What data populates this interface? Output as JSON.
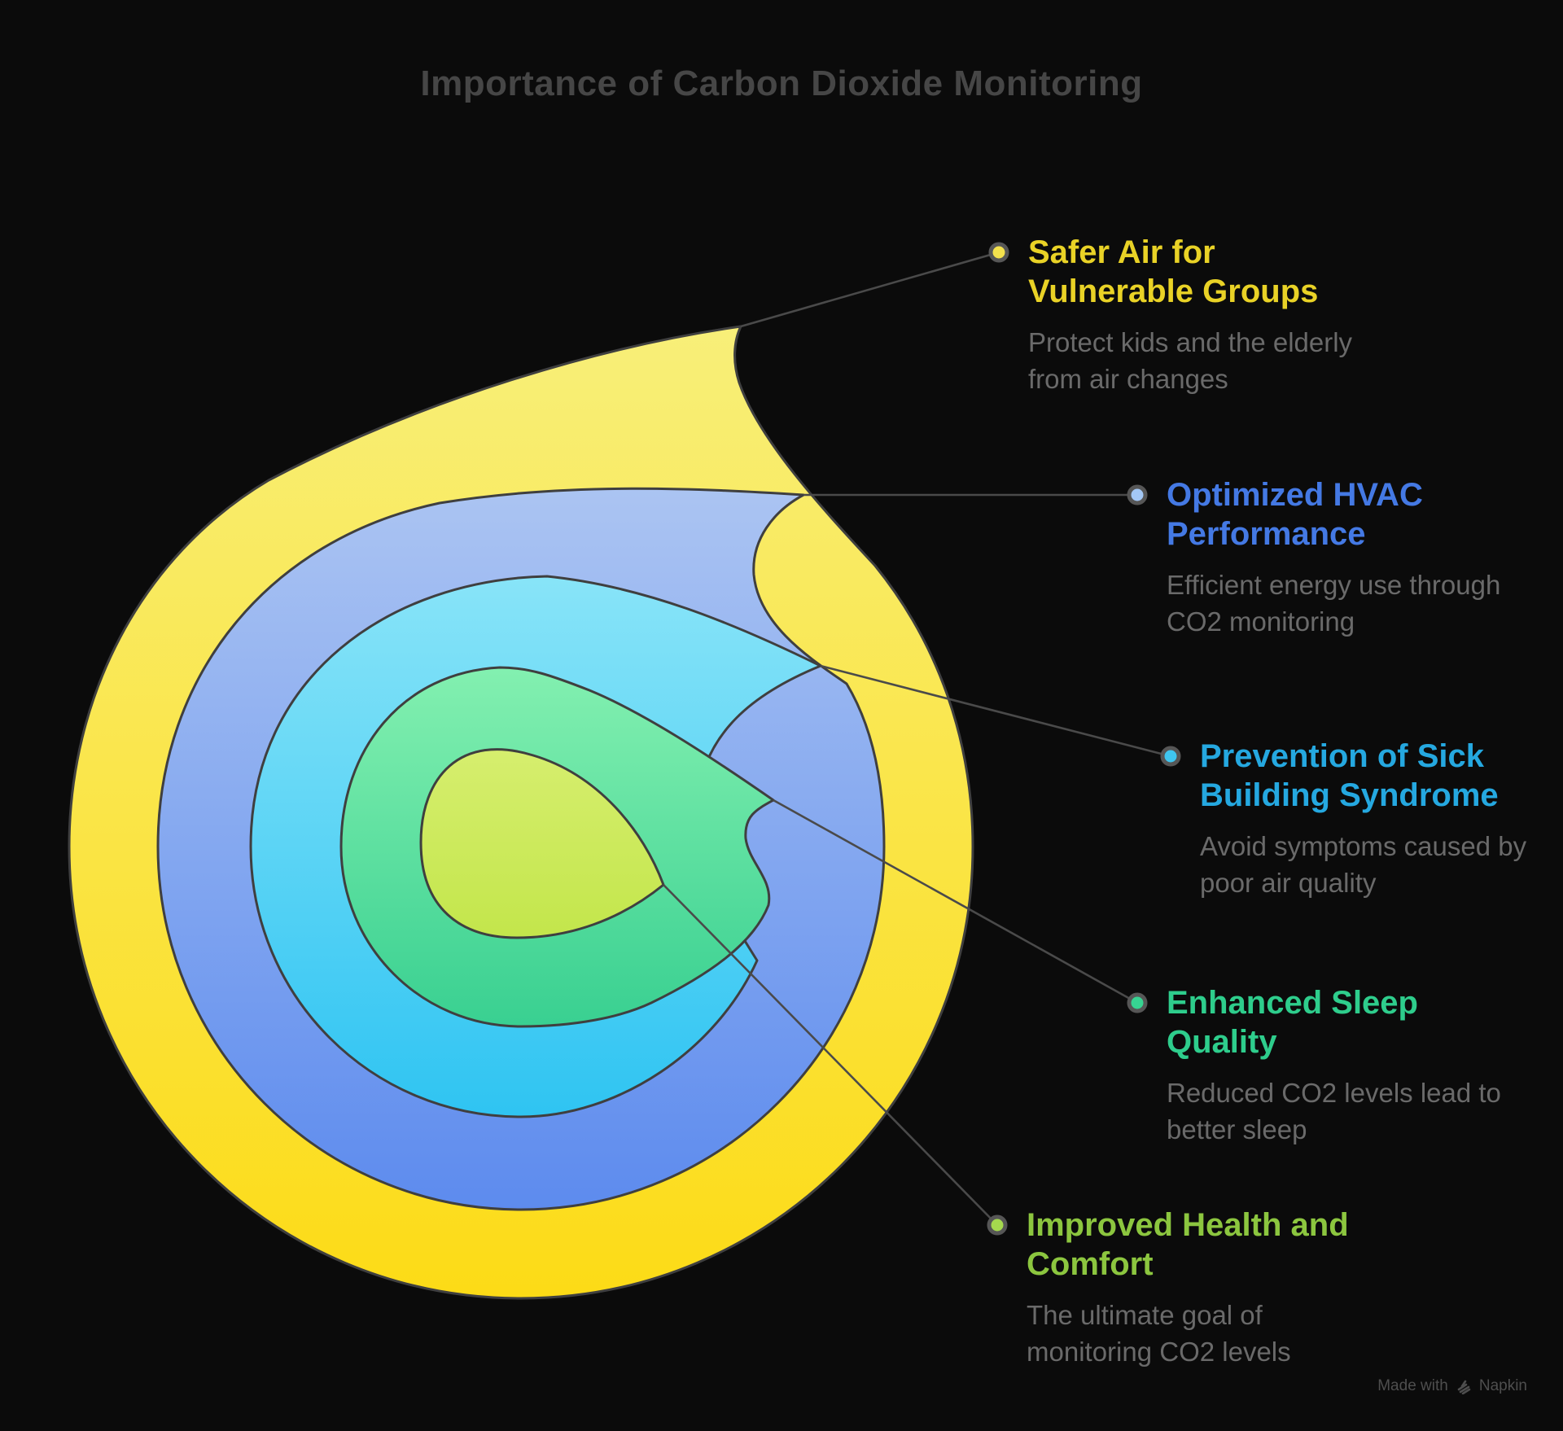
{
  "title": "Importance of Carbon Dioxide Monitoring",
  "theme": {
    "bg": "#0b0b0b",
    "title_color": "#464646",
    "desc_color": "#6a6a6a",
    "watermark_color": "#4e4e4e",
    "outline": "#3f3f3f",
    "connector": "#4a4a4a",
    "dot_ring": "#565656"
  },
  "labels": [
    {
      "id": "safer-air",
      "t1": "Safer Air for",
      "t2": "Vulnerable Groups",
      "d1": "Protect kids and the elderly",
      "d2": "from air changes",
      "color": "#e9d226",
      "dot": "#f3e14d"
    },
    {
      "id": "hvac",
      "t1": "Optimized HVAC",
      "t2": "Performance",
      "d1": "Efficient energy use through",
      "d2": "CO2 monitoring",
      "color": "#4479e4",
      "dot": "#a3c7f5"
    },
    {
      "id": "sick-building",
      "t1": "Prevention of Sick",
      "t2": "Building Syndrome",
      "d1": "Avoid symptoms caused by",
      "d2": "poor air quality",
      "color": "#25a8e0",
      "dot": "#3fc6f0"
    },
    {
      "id": "sleep",
      "t1": "Enhanced Sleep",
      "t2": "Quality",
      "d1": "Reduced CO2 levels lead to",
      "d2": "better sleep",
      "color": "#2ecd8c",
      "dot": "#37d492"
    },
    {
      "id": "health",
      "t1": "Improved Health and",
      "t2": "Comfort",
      "d1": "The ultimate goal of",
      "d2": "monitoring CO2 levels",
      "color": "#8cc63f",
      "dot": "#a5d94e"
    }
  ],
  "diagram": {
    "layers": [
      {
        "name": "safer-air-layer",
        "top": "#f8ef79",
        "bottom": "#fcdb16"
      },
      {
        "name": "hvac-layer",
        "top": "#abc4f2",
        "bottom": "#5d8bee"
      },
      {
        "name": "sick-building-layer",
        "top": "#88e4f8",
        "bottom": "#2fc4f2"
      },
      {
        "name": "sleep-layer",
        "top": "#83f0b0",
        "bottom": "#39d091"
      },
      {
        "name": "health-core",
        "top": "#d6ee6e",
        "bottom": "#c3e64b"
      }
    ]
  },
  "watermark": {
    "made_with": "Made with",
    "brand": "Napkin"
  }
}
